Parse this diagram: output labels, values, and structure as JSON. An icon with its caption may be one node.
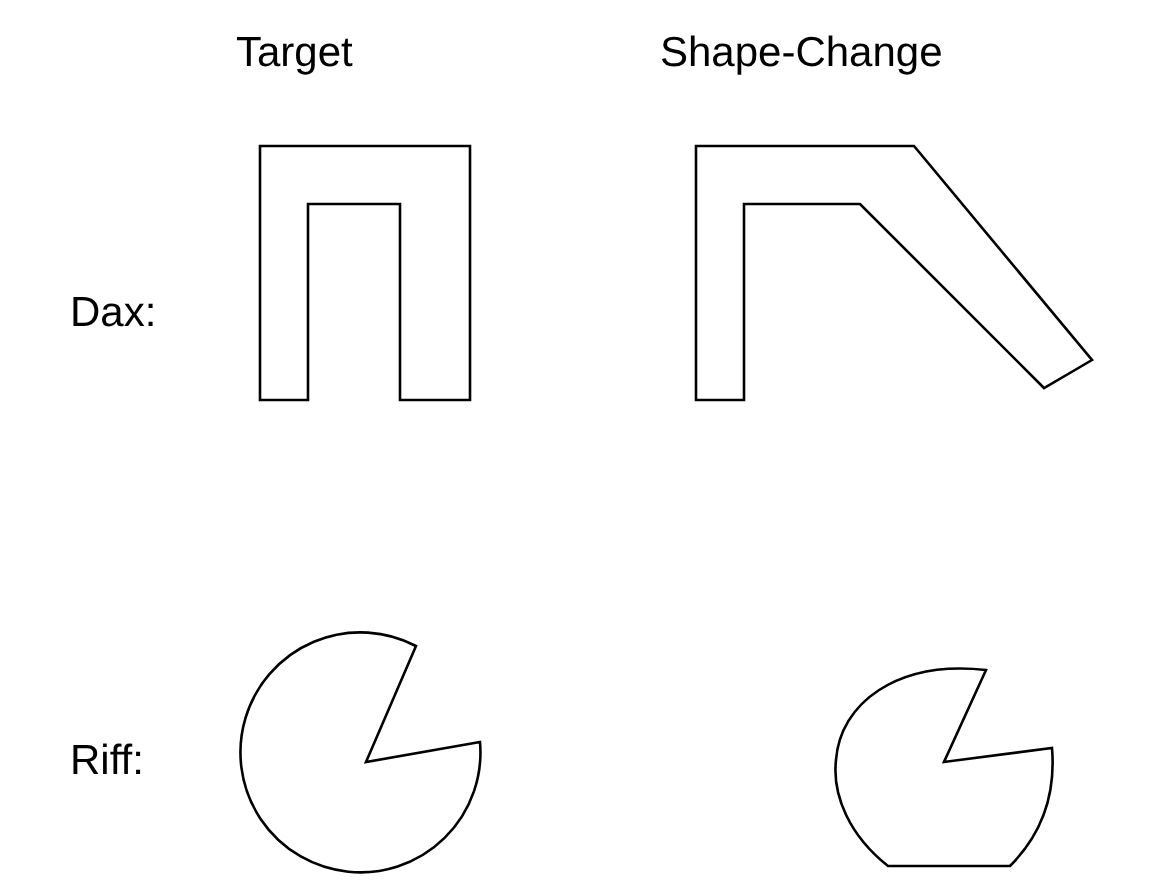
{
  "diagram": {
    "labels": [
      "Target",
      "Shape-Change",
      "Dax:",
      "Riff:"
    ]
  }
}
